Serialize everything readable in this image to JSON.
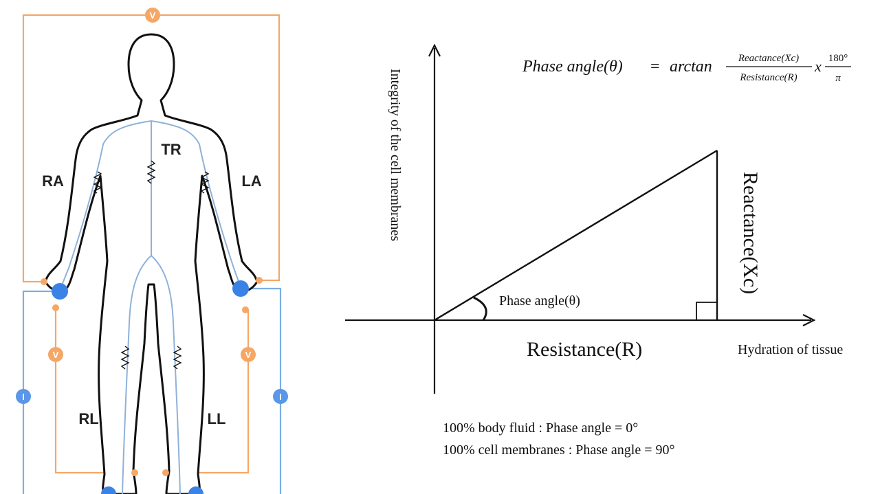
{
  "body_diagram": {
    "segments": {
      "right_arm": "RA",
      "left_arm": "LA",
      "trunk": "TR",
      "right_leg": "RL",
      "left_leg": "LL"
    },
    "meters": {
      "voltage": "V",
      "current": "I"
    },
    "colors": {
      "voltage_circuit": "#f5a766",
      "current_circuit": "#7aaee3",
      "electrode": "#3b82e6",
      "body_outline": "#111111",
      "conduction_path": "#8fb1d9"
    }
  },
  "phase_diagram": {
    "formula": {
      "lhs_word": "Phase angle",
      "theta": "(θ)",
      "equals": "=",
      "fn": "arctan",
      "numerator": "Reactance(Xc)",
      "denominator": "Resistance(R)",
      "times": "x",
      "factor_num": "180°",
      "factor_den": "π"
    },
    "y_axis_label": "Integrity of the cell membranes",
    "x_axis_label": "Hydration of tissue",
    "hypotenuse_angle_label": "Phase angle(θ)",
    "base_label": "Resistance(R)",
    "vertical_side_label": "Reactance(Xc)",
    "notes": [
      "100% body fluid : Phase angle = 0°",
      "100% cell membranes : Phase angle = 90°"
    ]
  }
}
